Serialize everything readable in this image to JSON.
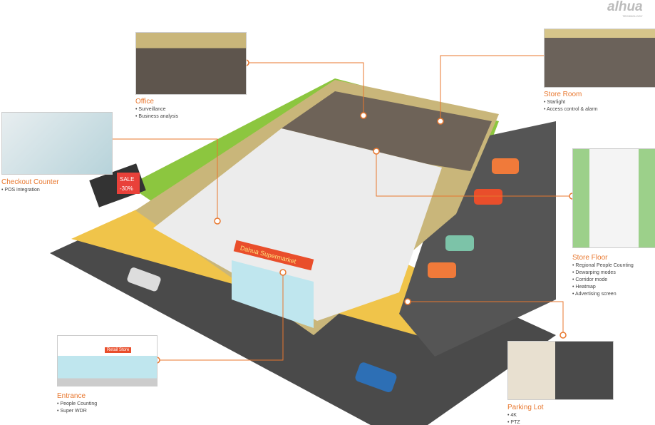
{
  "brand": {
    "logo": "alhua",
    "tagline": "TECHNOLOGY"
  },
  "store_sign": "Dahua Supermarket",
  "billboard": {
    "text": "SALE",
    "discount": "-30%"
  },
  "entrance_sign": "Retail Store",
  "accent_color": "#e8772e",
  "sections": [
    {
      "id": "office",
      "title": "Office",
      "bullets": [
        "Surveillance",
        "Business analysis"
      ]
    },
    {
      "id": "store-room",
      "title": "Store Room",
      "bullets": [
        "Starlight",
        "Access control & alarm"
      ]
    },
    {
      "id": "checkout",
      "title": "Checkout Counter",
      "bullets": [
        "POS integration"
      ]
    },
    {
      "id": "store-floor",
      "title": "Store Floor",
      "bullets": [
        "Regional People Counting",
        "Dewarping modes",
        "Corridor mode",
        "Heatmap",
        "Advertising screen"
      ]
    },
    {
      "id": "entrance",
      "title": "Entrance",
      "bullets": [
        "People Counting",
        "Super WDR"
      ]
    },
    {
      "id": "parking",
      "title": "Parking Lot",
      "bullets": [
        "4K",
        "PTZ"
      ]
    }
  ]
}
